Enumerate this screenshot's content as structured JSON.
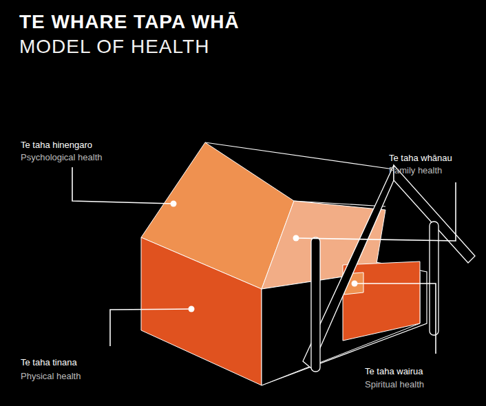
{
  "diagram": {
    "title": "TE WHARE TAPA WHĀ",
    "labels": [
      "MODEL OF HEALTH",
      "Te taha hinengaro",
      "Psychological health",
      "Te taha whānau",
      "Family health",
      "Te taha tinana",
      "Physical health",
      "Te taha wairua",
      "Spiritual health"
    ]
  }
}
